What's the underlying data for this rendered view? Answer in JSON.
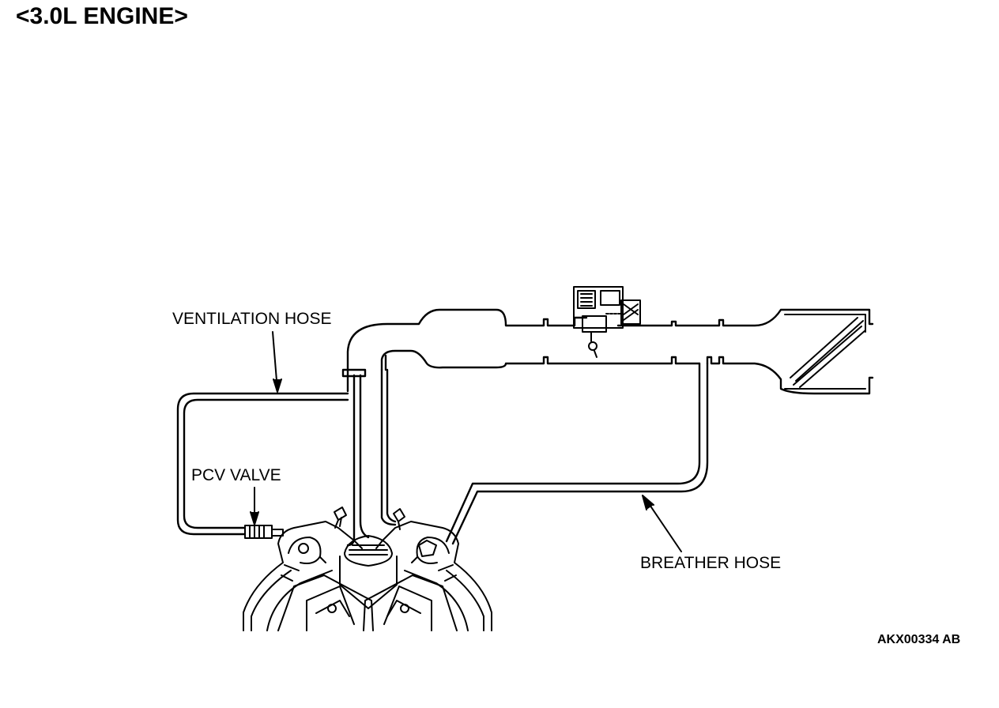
{
  "title": "<3.0L ENGINE>",
  "labels": {
    "ventilation_hose": "VENTILATION HOSE",
    "pcv_valve": "PCV VALVE",
    "breather_hose": "BREATHER HOSE"
  },
  "figure_ref": "AKX00334 AB",
  "colors": {
    "line": "#000000",
    "background": "#ffffff"
  }
}
